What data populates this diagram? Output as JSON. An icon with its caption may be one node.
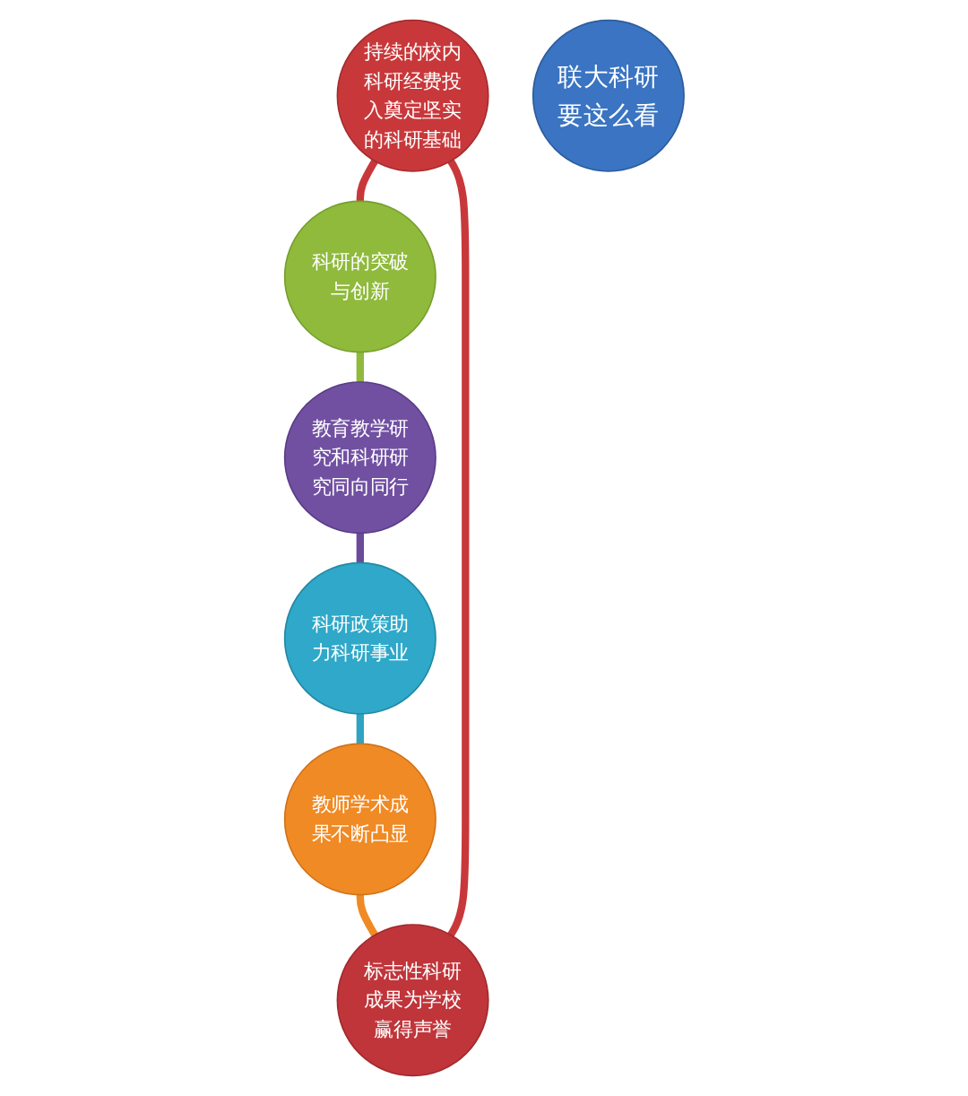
{
  "diagram": {
    "nodes": [
      {
        "text": [
          "持续的校内科研经费投入奠定坚实的科研基础"
        ]
      },
      {
        "text": [
          "标志性科研成果为学校赢得声誉"
        ]
      },
      {
        "text": [
          "科研的突破与创新"
        ]
      },
      {
        "text": [
          "联大科研要这么看"
        ]
      },
      {
        "text": [
          "教师学术成果不断凸显"
        ]
      },
      {
        "text": [
          "教育教学研究和科研研究同向同行"
        ]
      },
      {
        "text": [
          "科研政策助力科研事业"
        ]
      }
    ],
    "edges": [
      {
        "from": 0,
        "to": 2,
        "arrow": "none",
        "color": "#c8383b"
      },
      {
        "from": 2,
        "to": 5,
        "arrow": "none",
        "color": "#8fba3c"
      },
      {
        "from": 5,
        "to": 6,
        "arrow": "none",
        "color": "#6b4a9a"
      },
      {
        "from": 6,
        "to": 4,
        "arrow": "none",
        "color": "#2fa3c4"
      },
      {
        "from": 4,
        "to": 1,
        "arrow": "none",
        "color": "#ef8a24"
      },
      {
        "from": 1,
        "to": 0,
        "arrow": "none",
        "color": "#c8383b"
      }
    ]
  }
}
